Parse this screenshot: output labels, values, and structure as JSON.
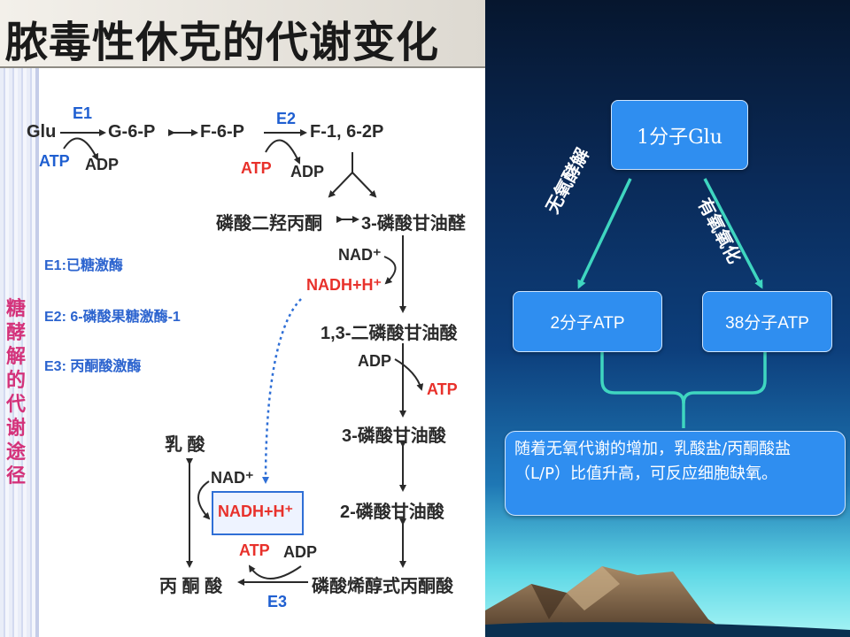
{
  "title": "脓毒性休克的代谢变化",
  "vertical_label": [
    "糖",
    "酵",
    "解",
    "的",
    "代",
    "谢",
    "途",
    "径"
  ],
  "pathway": {
    "glu": "Glu",
    "e1": "E1",
    "atp_1": "ATP",
    "adp_1": "ADP",
    "g6p": "G-6-P",
    "f6p": "F-6-P",
    "e2": "E2",
    "f16p": "F-1, 6-2P",
    "atp_2": "ATP",
    "adp_2": "ADP",
    "dhap": "磷酸二羟丙酮",
    "g3p": "3-磷酸甘油醛",
    "nad_1": "NAD⁺",
    "nadh_1": "NADH+H⁺",
    "bpg13": "1,3-二磷酸甘油酸",
    "adp_3": "ADP",
    "atp_3": "ATP",
    "pg3": "3-磷酸甘油酸",
    "pg2": "2-磷酸甘油酸",
    "pep": "磷酸烯醇式丙酮酸",
    "lactate": "乳 酸",
    "nad_2": "NAD⁺",
    "nadh_2": "NADH+H⁺",
    "atp_4": "ATP",
    "adp_4": "ADP",
    "pyruvate": "丙 酮 酸",
    "e3": "E3"
  },
  "legend": {
    "e1": "E1:已糖激酶",
    "e2": "E2: 6-磷酸果糖激酶-1",
    "e3": "E3: 丙酮酸激酶"
  },
  "right": {
    "glu": "1分子Glu",
    "anaerobic": "无氧酵解",
    "aerobic": "有氧氧化",
    "atp2": "2分子ATP",
    "atp38": "38分子ATP",
    "note": "随着无氧代谢的增加，乳酸盐/丙酮酸盐（L/P）比值升高，可反应细胞缺氧。"
  }
}
